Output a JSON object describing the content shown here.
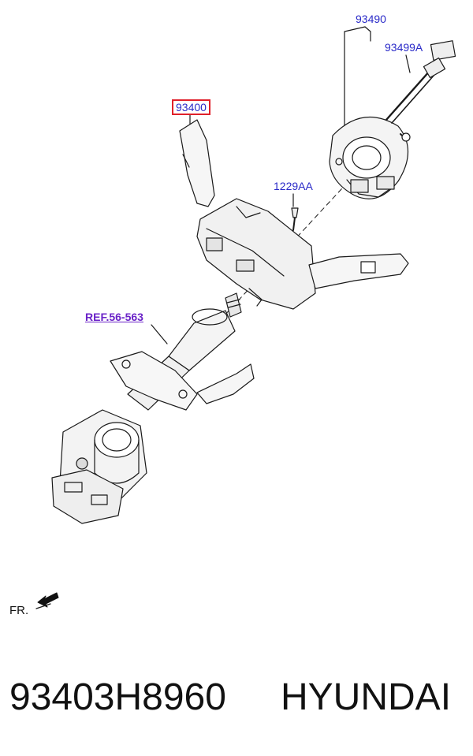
{
  "callouts": {
    "label_93490": "93490",
    "label_93499A": "93499A",
    "label_93400": "93400",
    "label_1229AA": "1229AA",
    "label_ref": "REF.56-563"
  },
  "orientation": {
    "fr_label": "FR."
  },
  "footer": {
    "part_number": "93403H8960",
    "brand": "HYUNDAI"
  },
  "colors": {
    "callout_text": "#2a2ac8",
    "highlight_border": "#e0202a",
    "ref_text": "#6a22c8"
  }
}
